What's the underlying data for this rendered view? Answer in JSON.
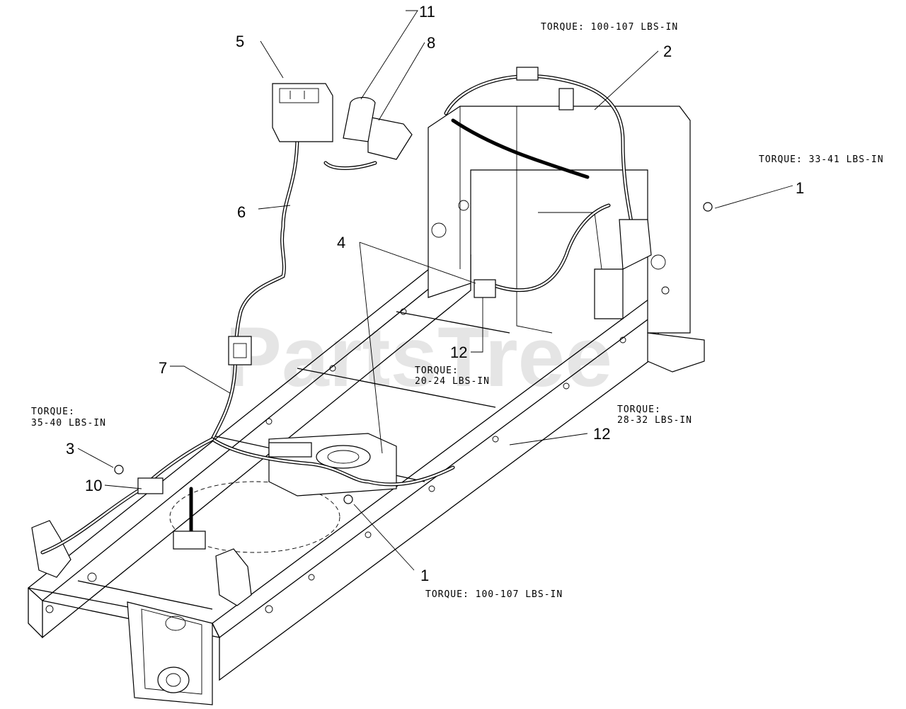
{
  "watermark": "PartsTree",
  "callouts": [
    {
      "id": "c1a",
      "label": "1"
    },
    {
      "id": "c1b",
      "label": "1"
    },
    {
      "id": "c2",
      "label": "2"
    },
    {
      "id": "c3",
      "label": "3"
    },
    {
      "id": "c4",
      "label": "4"
    },
    {
      "id": "c5",
      "label": "5"
    },
    {
      "id": "c6",
      "label": "6"
    },
    {
      "id": "c7",
      "label": "7"
    },
    {
      "id": "c8",
      "label": "8"
    },
    {
      "id": "c10",
      "label": "10"
    },
    {
      "id": "c11",
      "label": "11"
    },
    {
      "id": "c12a",
      "label": "12"
    },
    {
      "id": "c12b",
      "label": "12"
    }
  ],
  "torque_notes": [
    {
      "id": "t_top",
      "lines": [
        "TORQUE: 100-107 LBS-IN"
      ]
    },
    {
      "id": "t_right",
      "lines": [
        "TORQUE: 33-41 LBS-IN"
      ]
    },
    {
      "id": "t_mid",
      "lines": [
        "TORQUE:",
        "20-24 LBS-IN"
      ]
    },
    {
      "id": "t_left",
      "lines": [
        "TORQUE:",
        "35-40 LBS-IN"
      ]
    },
    {
      "id": "t_rmid",
      "lines": [
        "TORQUE:",
        "28-32 LBS-IN"
      ]
    },
    {
      "id": "t_bottom",
      "lines": [
        "TORQUE: 100-107 LBS-IN"
      ]
    }
  ]
}
